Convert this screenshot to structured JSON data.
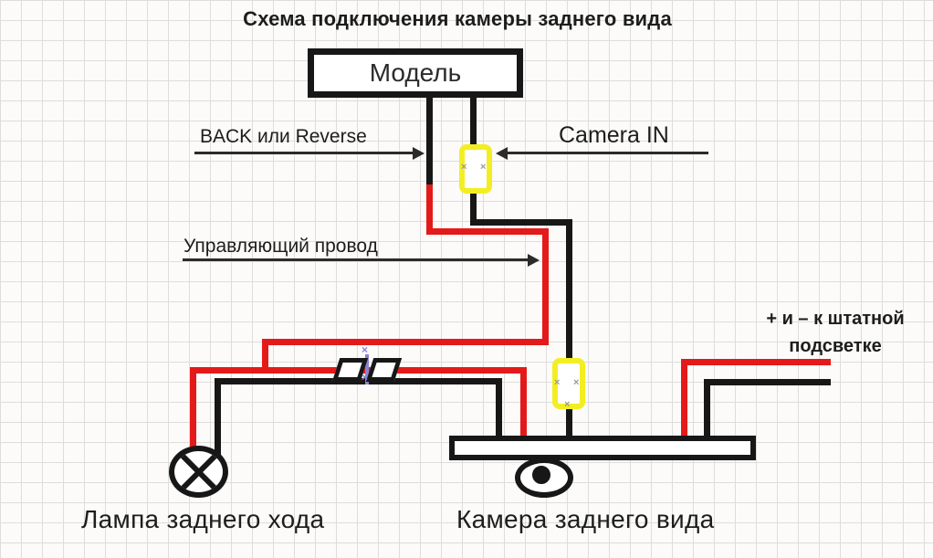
{
  "title": "Схема подключения камеры заднего вида",
  "colors": {
    "wire_red": "#e41a1a",
    "wire_black": "#171717",
    "connector_yellow": "#f3ee22",
    "splice_purple": "#8a80d8",
    "arrow": "#2b2b2b",
    "text": "#1d1d1d",
    "background": "#fcfbfa",
    "grid": "#dddddb"
  },
  "diagram": {
    "model_box": {
      "label": "Модель"
    },
    "labels": {
      "back_wire": "BACK или Reverse",
      "camera_in": "Camera IN",
      "control_wire": "Управляющий провод",
      "stock_light_line1": "+ и – к штатной",
      "stock_light_line2": "подсветке",
      "reverse_lamp": "Лампа заднего хода",
      "rear_camera": "Камера заднего вида"
    },
    "connector_mark": "×"
  }
}
